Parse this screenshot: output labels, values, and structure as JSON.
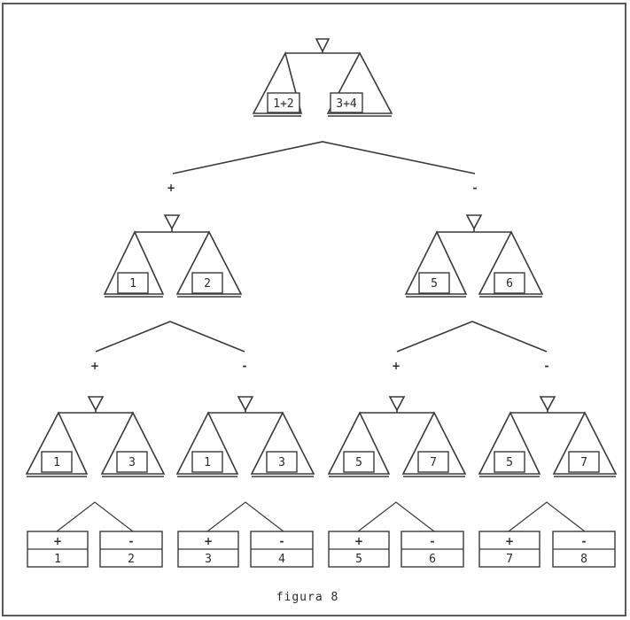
{
  "caption": "figura 8",
  "root": {
    "left": "1+2",
    "right": "3+4"
  },
  "branch_signs": {
    "plus": "+",
    "minus": "-"
  },
  "level1": [
    {
      "left": "1",
      "right": "2"
    },
    {
      "left": "5",
      "right": "6"
    }
  ],
  "level2": [
    {
      "left": "1",
      "right": "3"
    },
    {
      "left": "1",
      "right": "3"
    },
    {
      "left": "5",
      "right": "7"
    },
    {
      "left": "5",
      "right": "7"
    }
  ],
  "leaves": [
    {
      "plus": "1",
      "minus": "2"
    },
    {
      "plus": "3",
      "minus": "4"
    },
    {
      "plus": "5",
      "minus": "6"
    },
    {
      "plus": "7",
      "minus": "8"
    }
  ]
}
